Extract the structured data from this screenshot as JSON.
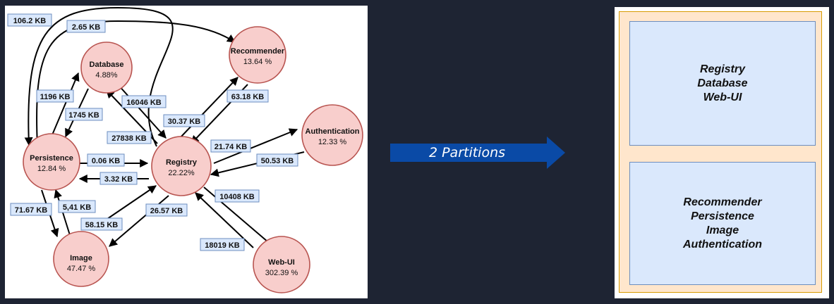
{
  "nodes": {
    "database": {
      "name": "Database",
      "value": "4.88%"
    },
    "recommender": {
      "name": "Recommender",
      "value": "13.64 %"
    },
    "persistence": {
      "name": "Persistence",
      "value": "12.84 %"
    },
    "registry": {
      "name": "Registry",
      "value": "22.22%"
    },
    "authentication": {
      "name": "Authentication",
      "value": "12.33 %"
    },
    "image": {
      "name": "Image",
      "value": "47.47 %"
    },
    "webui": {
      "name": "Web-UI",
      "value": "302.39 %"
    }
  },
  "edges": {
    "registry_to_persistence_outer": "106.2 KB",
    "recommender_to_persistence": "2.65 KB",
    "persistence_to_database": "1196 KB",
    "database_to_persistence": "1745 KB",
    "database_to_registry": "16046 KB",
    "registry_to_database": "27838 KB",
    "registry_to_recommender": "30.37 KB",
    "recommender_to_registry": "63.18 KB",
    "registry_to_authentication": "21.74 KB",
    "authentication_to_registry": "50.53 KB",
    "persistence_to_registry": "0.06 KB",
    "registry_to_persistence": "3.32 KB",
    "persistence_to_image": "71.67 KB",
    "image_to_persistence": "5,41 KB",
    "image_to_registry": "58.15 KB",
    "registry_to_image": "26.57 KB",
    "registry_to_webui": "10408 KB",
    "webui_to_registry": "18019 KB"
  },
  "transition": {
    "label": "2 Partitions",
    "color": "#0a4aa6"
  },
  "partitions": [
    {
      "members": [
        "Registry",
        "Database",
        "Web-UI"
      ]
    },
    {
      "members": [
        "Recommender",
        "Persistence",
        "Image",
        "Authentication"
      ]
    }
  ],
  "colors": {
    "background": "#1e2433",
    "node_fill": "#f8cecc",
    "node_stroke": "#b85450",
    "label_fill": "#dae8fc",
    "label_stroke": "#6c8ebf",
    "frame_fill": "#ffe6cc",
    "frame_stroke": "#d79b00"
  }
}
